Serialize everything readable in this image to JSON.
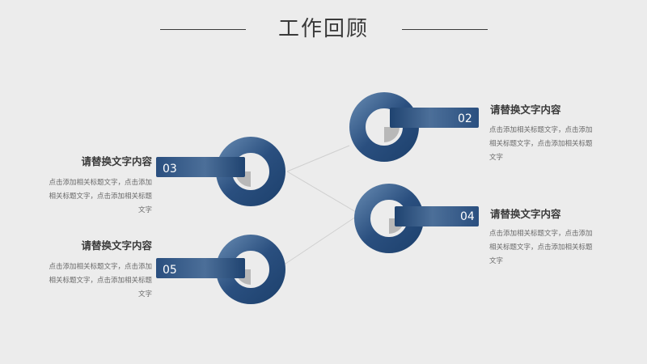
{
  "slide": {
    "title": "工作回顾"
  },
  "items": [
    {
      "number": "02",
      "heading": "请替换文字内容",
      "body": "点击添加相关标题文字，点击添加相关标题文字，点击添加相关标题文字"
    },
    {
      "number": "03",
      "heading": "请替换文字内容",
      "body": "点击添加相关标题文字，点击添加相关标题文字，点击添加相关标题文字"
    },
    {
      "number": "04",
      "heading": "请替换文字内容",
      "body": "点击添加相关标题文字，点击添加相关标题文字，点击添加相关标题文字"
    },
    {
      "number": "05",
      "heading": "请替换文字内容",
      "body": "点击添加相关标题文字，点击添加相关标题文字，点击添加相关标题文字"
    }
  ],
  "colors": {
    "ring_dark": "#1f4370",
    "ring_light": "#5b7fa8",
    "shadow": "#b8b8b8",
    "connector": "#cfcfcf"
  }
}
